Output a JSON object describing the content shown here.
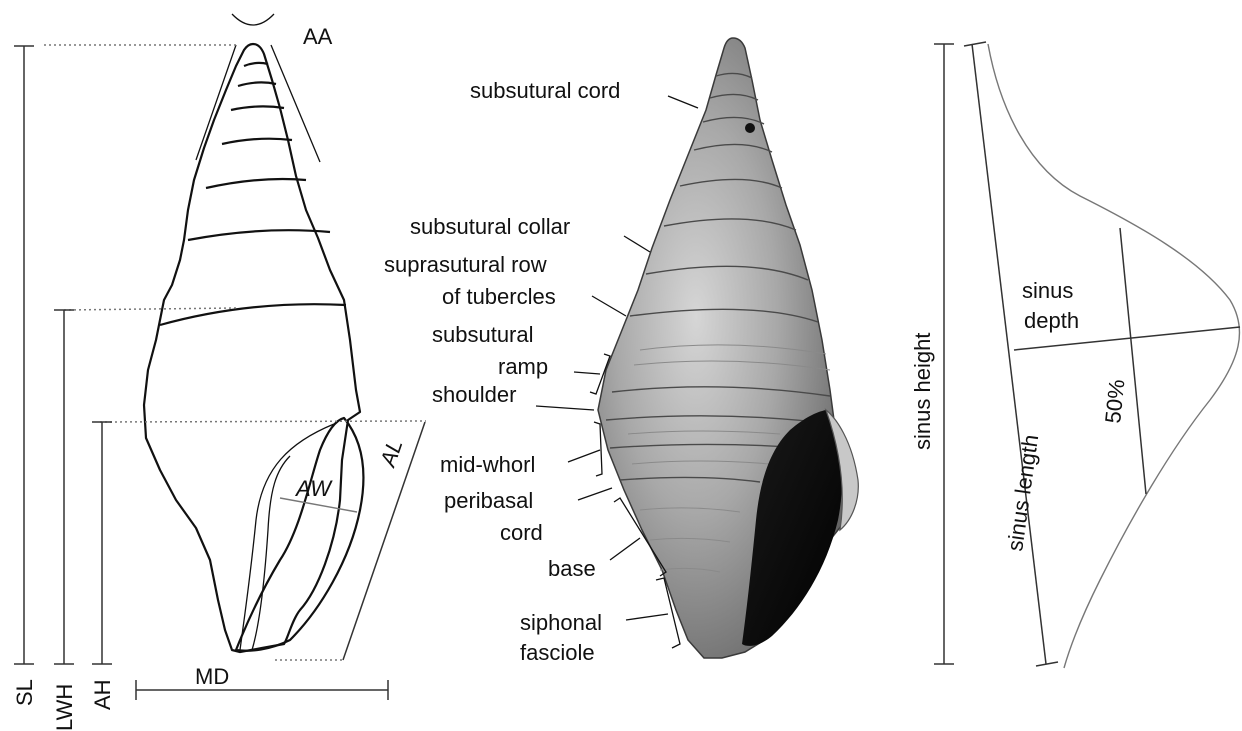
{
  "left_panel": {
    "angle_label": "AA",
    "whorl_label": "AW",
    "aperture_length_label": "AL",
    "diameter_label": "MD",
    "height_labels": {
      "shell": "SL",
      "last_whorl": "LWH",
      "aperture": "AH"
    }
  },
  "middle_panel": {
    "labels": [
      "subsutural cord",
      "subsutural collar",
      "suprasutural row",
      "of tubercles",
      "subsutural",
      "ramp",
      "shoulder",
      "mid-whorl",
      "peribasal",
      "cord",
      "base",
      "siphonal",
      "fasciole"
    ]
  },
  "right_panel": {
    "height_label": "sinus height",
    "length_label": "sinus length",
    "depth_label": [
      "sinus",
      "depth"
    ],
    "percent_label": "50%"
  }
}
